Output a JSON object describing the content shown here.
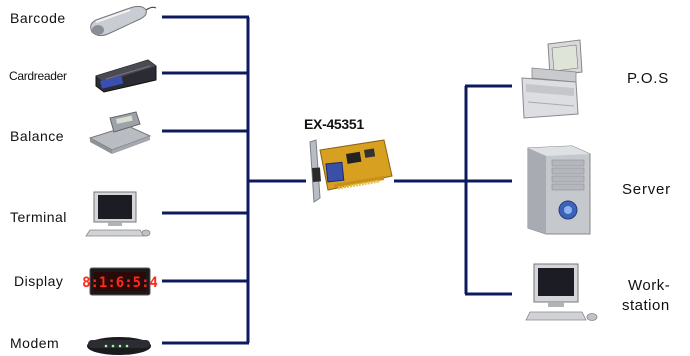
{
  "card": {
    "model": "EX-45351"
  },
  "left_devices": [
    {
      "label": "Barcode",
      "icon": "barcode-scanner-icon"
    },
    {
      "label": "Cardreader",
      "icon": "card-reader-icon"
    },
    {
      "label": "Balance",
      "icon": "scale-icon"
    },
    {
      "label": "Terminal",
      "icon": "terminal-icon"
    },
    {
      "label": "Display",
      "icon": "led-display-icon",
      "display_text": "8:1:6:5:4"
    },
    {
      "label": "Modem",
      "icon": "modem-icon"
    }
  ],
  "right_devices": [
    {
      "label": "P.O.S",
      "icon": "pos-terminal-icon"
    },
    {
      "label": "Server",
      "icon": "server-tower-icon"
    },
    {
      "label_line1": "Work-",
      "label_line2": "station",
      "icon": "workstation-icon"
    }
  ],
  "colors": {
    "wire": "#0d1b5e",
    "pcb": "#d8a020",
    "bracket": "#b8bcc4",
    "display_led": "#ff2a1a"
  }
}
